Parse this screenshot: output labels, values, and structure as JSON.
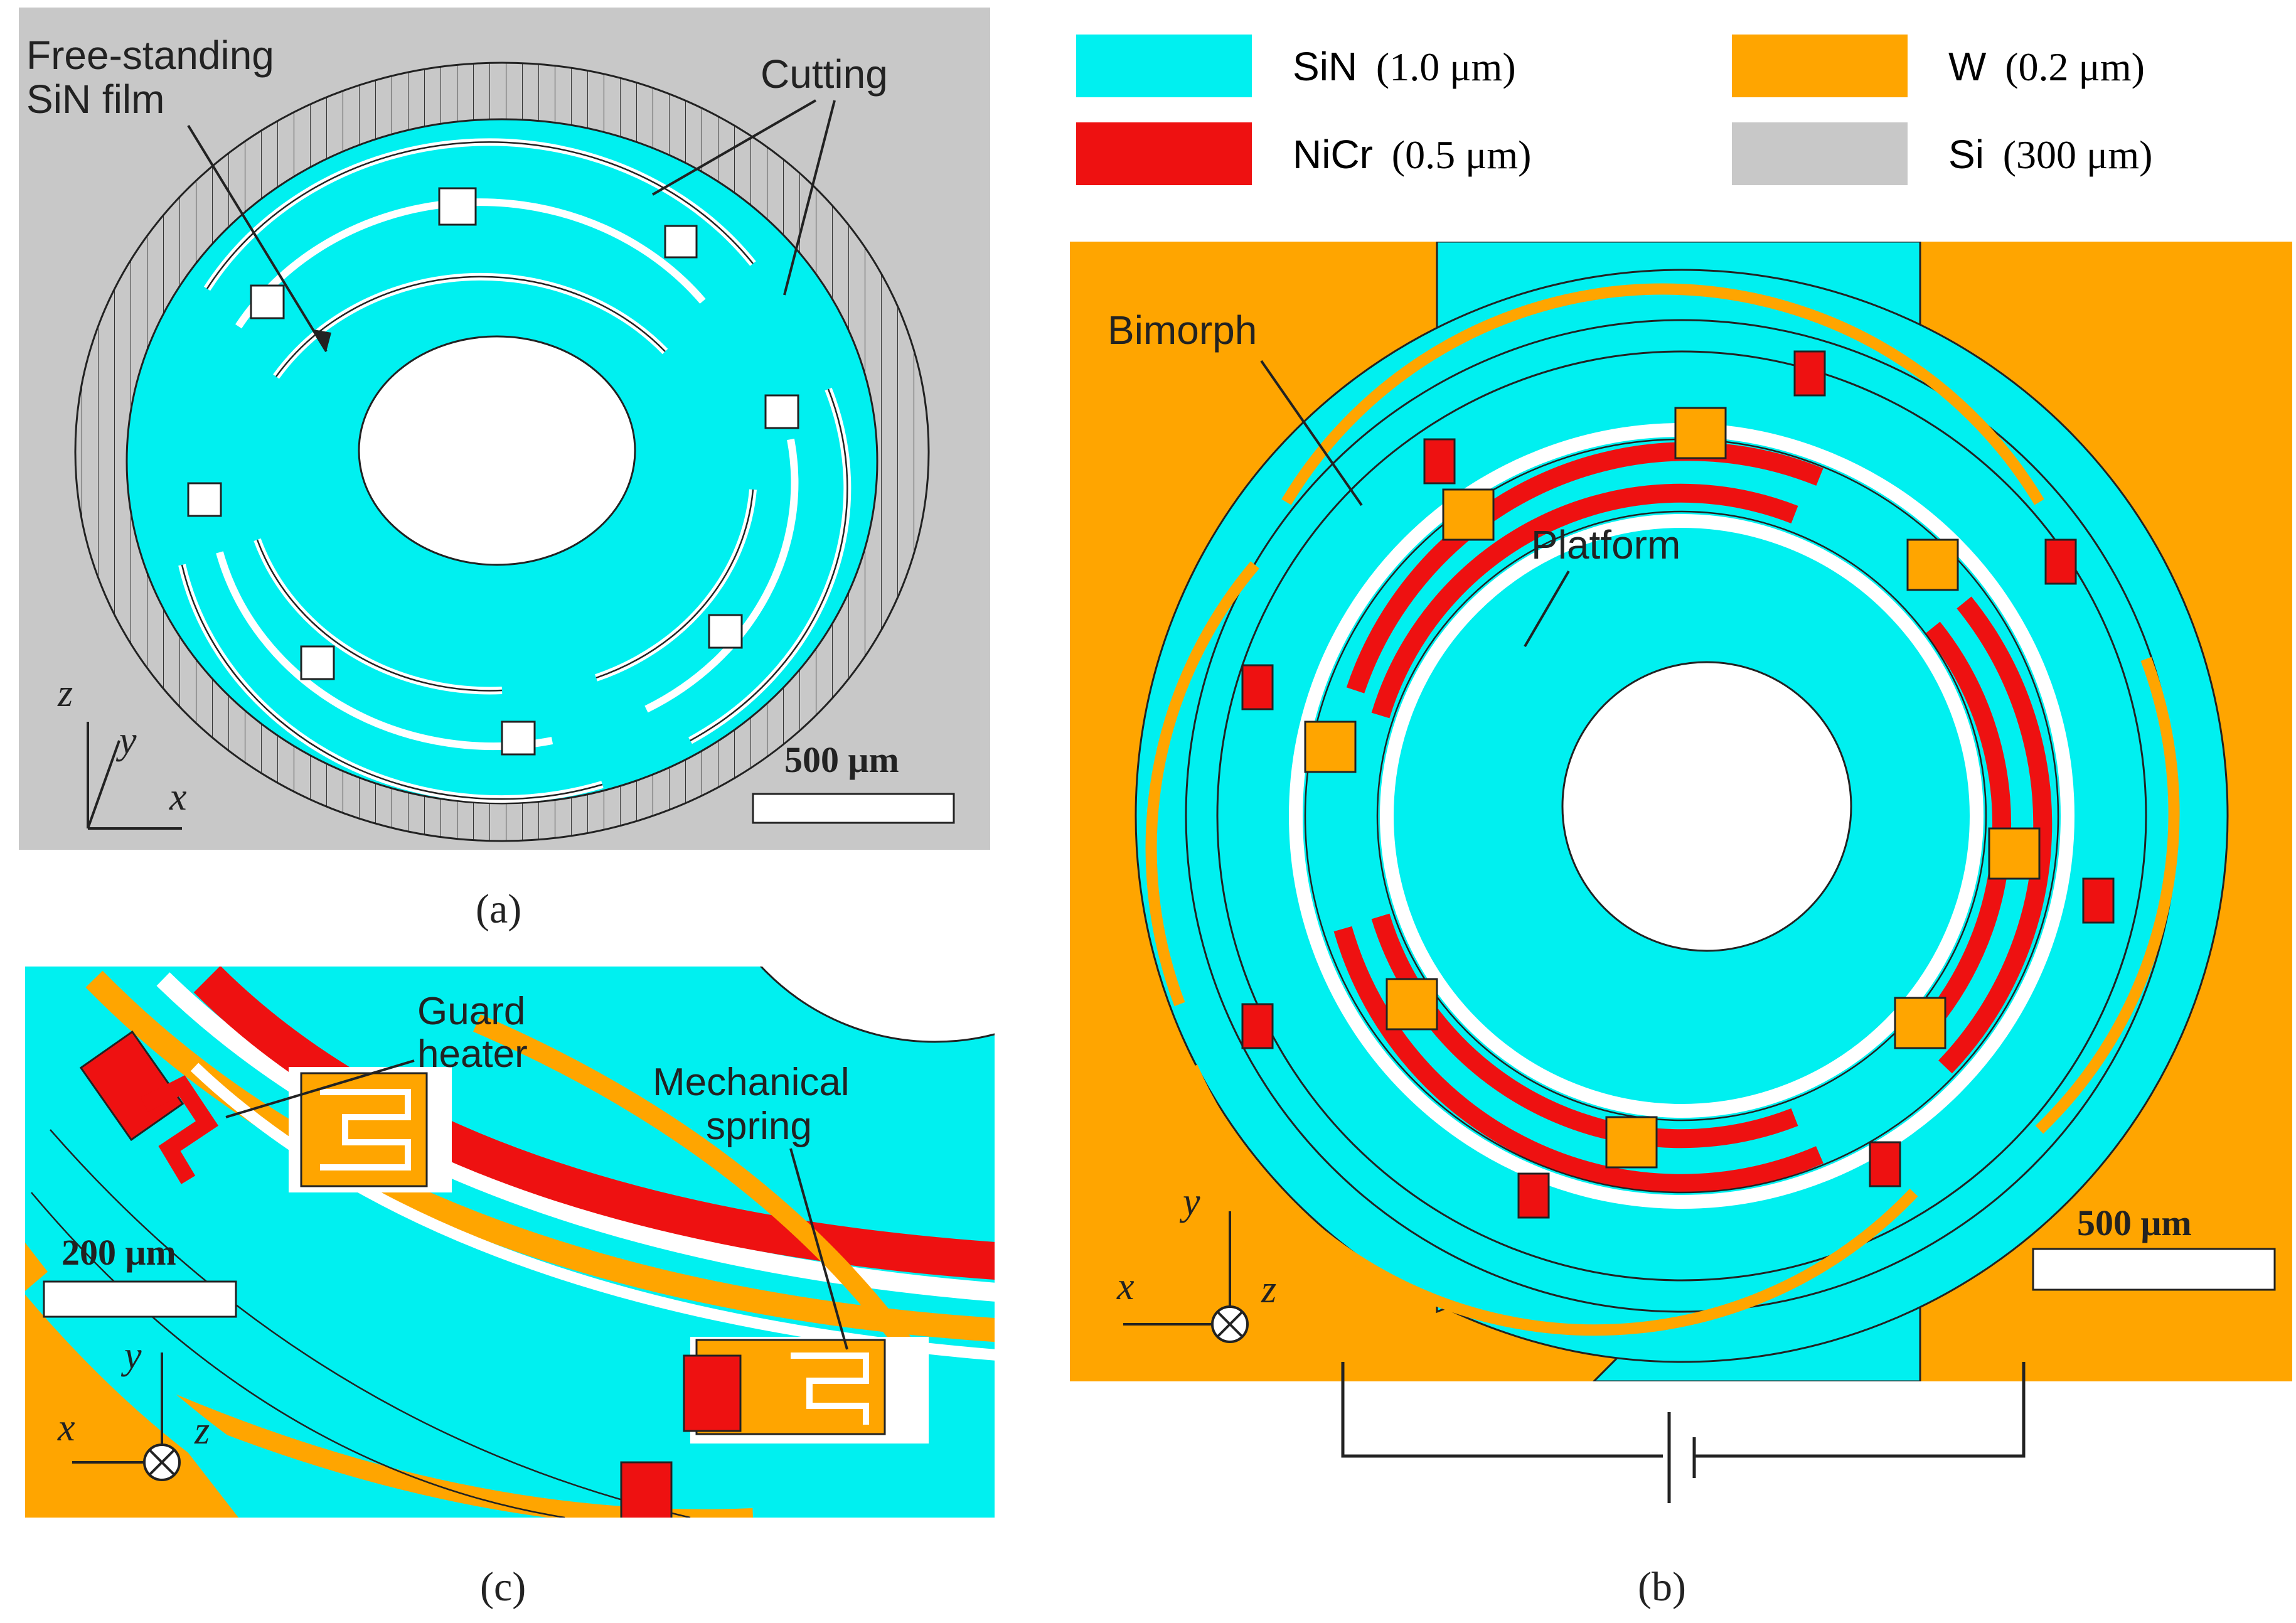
{
  "legend": [
    {
      "material": "SiN",
      "thickness": "(1.0 μm)",
      "color": "#00f0f0"
    },
    {
      "material": "W",
      "thickness": "(0.2 μm)",
      "color": "#ffa500"
    },
    {
      "material": "NiCr",
      "thickness": "(0.5 μm)",
      "color": "#ee1111"
    },
    {
      "material": "Si",
      "thickness": "(300 μm)",
      "color": "#c8c8c8"
    }
  ],
  "panel_a": {
    "caption": "(a)",
    "label_film_line1": "Free-standing",
    "label_film_line2": "SiN film",
    "label_cutting": "Cutting",
    "scale": "500 μm",
    "axes": {
      "x": "x",
      "y": "y",
      "z": "z"
    }
  },
  "panel_b": {
    "caption": "(b)",
    "label_bimorph": "Bimorph",
    "label_platform": "Platform",
    "scale": "500 μm",
    "axes": {
      "x": "x",
      "y": "y",
      "z": "z"
    }
  },
  "panel_c": {
    "caption": "(c)",
    "label_guard_line1": "Guard",
    "label_guard_line2": "heater",
    "label_spring_line1": "Mechanical",
    "label_spring_line2": "spring",
    "scale": "200 μm",
    "axes": {
      "x": "x",
      "y": "y",
      "z": "z"
    }
  },
  "colors": {
    "sin": "#00f0f0",
    "w": "#ffa500",
    "nicr": "#ee1111",
    "si": "#c8c8c8"
  }
}
